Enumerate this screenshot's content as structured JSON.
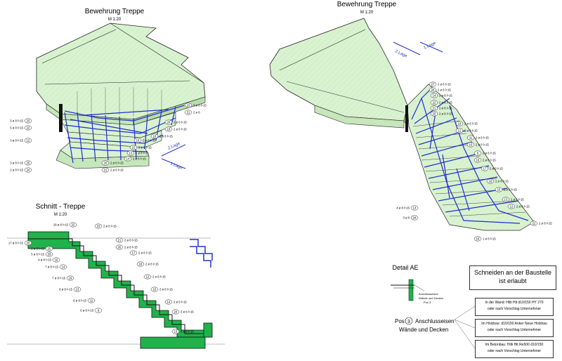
{
  "views": {
    "left_title": "Bewehrung Treppe",
    "left_scale": "M 1:20",
    "right_title": "Bewehrung Treppe",
    "right_scale": "M 1:20",
    "section_title": "Schnitt - Treppe",
    "section_scale": "M 1:20"
  },
  "layer_labels": {
    "lage2": "2.Lage",
    "lage1": "1.Lage"
  },
  "detail": {
    "title": "Detail AE",
    "small1": "Anschlusseisen",
    "small2": "Wände und Decken",
    "small3": "Pos 3",
    "pos_prefix": "Pos",
    "pos_number": "3",
    "pos_text1": "Anschlusseisen",
    "pos_text2": "Wände und Decken"
  },
  "notice": {
    "line1": "Schneiden an der Baustelle",
    "line2": "ist erlaubt"
  },
  "notes": [
    {
      "line1": "In der Wand: Hilti Hit d10/150 HY 270",
      "line2": "oder nach Vorschlag Unternehmer"
    },
    {
      "line1": "Im Holzbau: d10/150 Anker Neue Holzbau",
      "line2": "oder nach Vorschlag Unternehmer"
    },
    {
      "line1": "Im Betonbau: Hilti Hit Re500 d10/150",
      "line2": "oder nach Vorschlag Unternehmer"
    }
  ],
  "bar_labels": {
    "left": [
      {
        "n": "22",
        "t": "2 ø 8 l=15"
      },
      {
        "n": "21",
        "t": "2 ø 8"
      },
      {
        "n": "20",
        "t": "2 ø 8 l=15"
      },
      {
        "n": "19",
        "t": "2 ø 8 l=15"
      },
      {
        "n": "18",
        "t": "2 ø 8 l=15"
      },
      {
        "n": "23",
        "t": "3 ø 8 l=15"
      },
      {
        "n": "22",
        "t": "5 ø 8 l=15"
      },
      {
        "n": "12",
        "t": "3 ø 8 l=15"
      },
      {
        "n": "16",
        "t": "2 ø 8 l=15"
      },
      {
        "n": "15",
        "t": "2 ø 8 l=15"
      },
      {
        "n": "13",
        "t": "2 ø 8 l=15"
      },
      {
        "n": "14",
        "t": "2 ø 8 l=15"
      },
      {
        "n": "20",
        "t": "2 ø 8 l=15"
      },
      {
        "n": "21",
        "t": "2 ø 8 l=15"
      },
      {
        "n": "25",
        "t": "3 ø 8 l=15"
      },
      {
        "n": "24",
        "t": "2 ø 8 l=15"
      }
    ],
    "right": [
      {
        "n": "27",
        "t": "2 ø 8 l=15"
      },
      {
        "n": "28",
        "t": "2 ø 8 l=15"
      },
      {
        "n": "14",
        "t": "2 ø 8 l=15"
      },
      {
        "n": "22",
        "t": "2 ø 8 l=15"
      },
      {
        "n": "21",
        "t": "2 ø 8 l=15"
      },
      {
        "n": "20",
        "t": "2 ø 8 l=15"
      },
      {
        "n": "19",
        "t": "2 ø 8 l=15"
      },
      {
        "n": "12",
        "t": "2 ø 8 l=15"
      },
      {
        "n": "11",
        "t": "2 ø 8 l=15"
      },
      {
        "n": "10",
        "t": "2 ø 8 l=15"
      },
      {
        "n": "9",
        "t": "2 ø 8 l=15"
      },
      {
        "n": "18",
        "t": "2 ø 8 l=15"
      },
      {
        "n": "17",
        "t": "2 ø 8 l=15"
      },
      {
        "n": "16",
        "t": "2 ø 8 l=15"
      },
      {
        "n": "15",
        "t": "2 ø 8 l=15"
      },
      {
        "n": "13",
        "t": "2 ø 8 l=15"
      },
      {
        "n": "12",
        "t": "2 ø 8 l=15"
      },
      {
        "n": "14",
        "t": "4 ø 8 l=15"
      },
      {
        "n": "24",
        "t": "3 ø 8"
      },
      {
        "n": "18",
        "t": "1 ø 8 l=15"
      },
      {
        "n": "22",
        "t": "2 ø 8 l=15"
      }
    ],
    "section": [
      {
        "n": "22",
        "t": "18 ø 8 l=15"
      },
      {
        "n": "23",
        "t": "2 ø 8 l=15"
      },
      {
        "n": "25",
        "t": "17 ø 8 l=15"
      },
      {
        "n": "25",
        "t": "2 ø 8 l=15"
      },
      {
        "n": "28",
        "t": "5 ø 8 l=15"
      },
      {
        "n": "16",
        "t": "4 ø 8 l=15"
      },
      {
        "n": "21",
        "t": "2 ø 8 l=15"
      },
      {
        "n": "20",
        "t": "2 ø 8 l=15"
      },
      {
        "n": "14",
        "t": "7 ø 8 l=15"
      },
      {
        "n": "17",
        "t": "2 ø 8 l=15"
      },
      {
        "n": "19",
        "t": "7 ø 8 l=15"
      },
      {
        "n": "18",
        "t": "2 ø 8 l=15"
      },
      {
        "n": "13",
        "t": "6 ø 8 l=15"
      },
      {
        "n": "12",
        "t": "2 ø 8 l=15"
      },
      {
        "n": "11",
        "t": "6 ø 8 l=15"
      },
      {
        "n": "10",
        "t": "2 ø 8 l=15"
      },
      {
        "n": "9",
        "t": "6 ø 8 l=15"
      },
      {
        "n": "14",
        "t": "2 ø 8 l=15"
      },
      {
        "n": "24",
        "t": "3 ø 8 l=15"
      },
      {
        "n": "13",
        "t": "2 ø 8 l=15"
      }
    ]
  }
}
